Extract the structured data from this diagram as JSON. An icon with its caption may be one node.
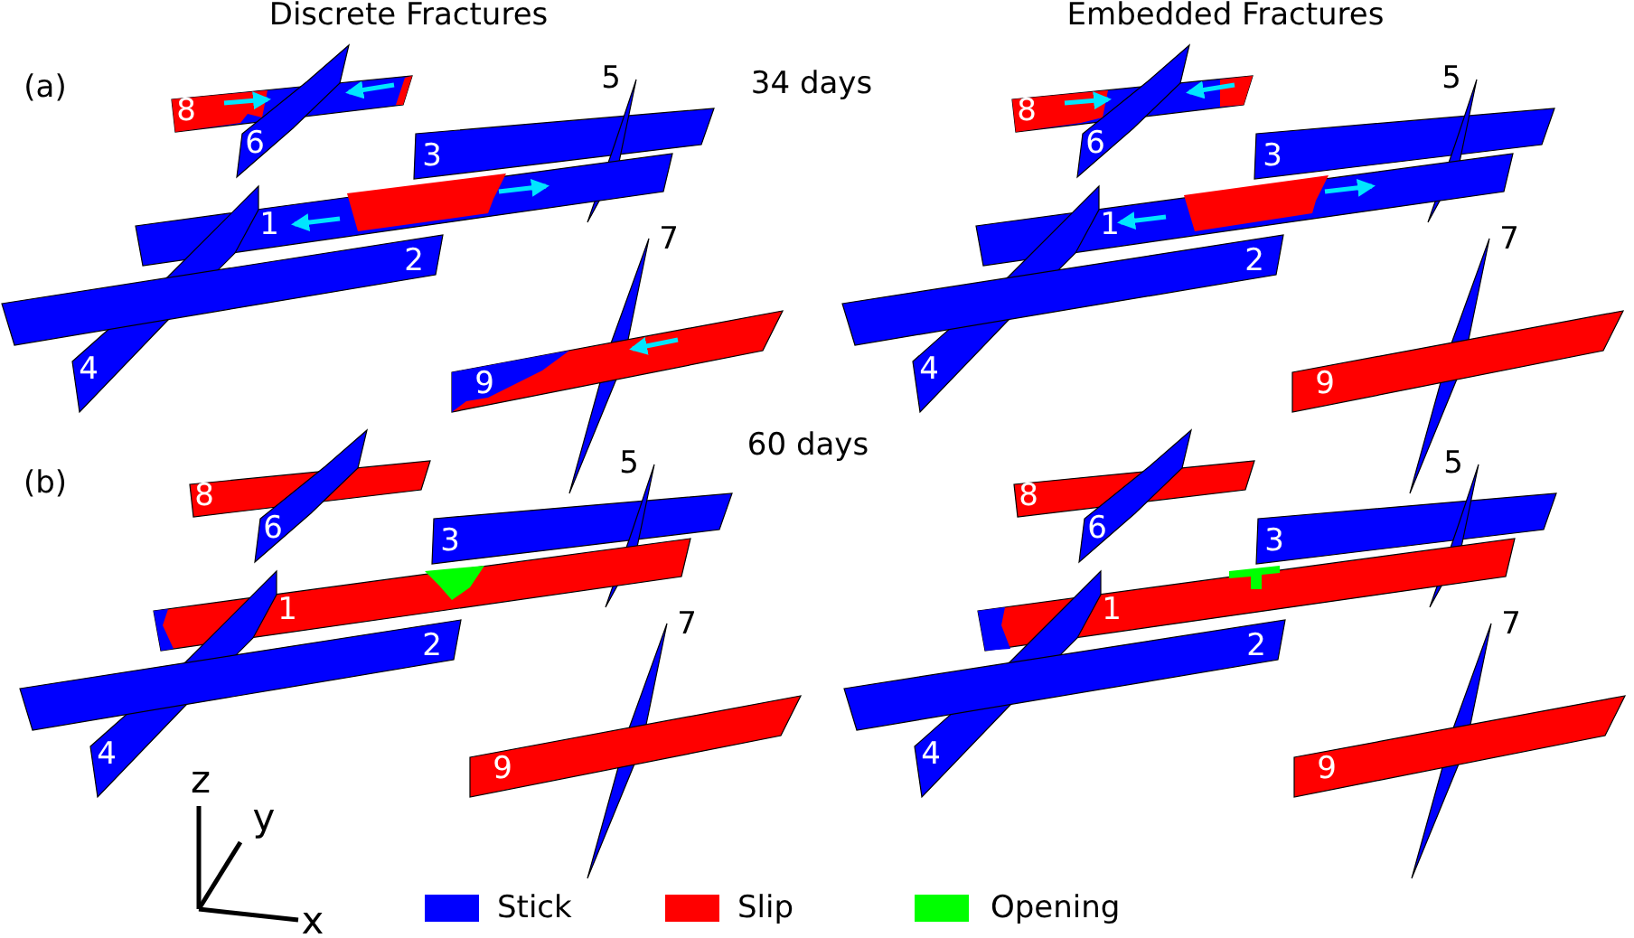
{
  "diagram": {
    "labels": [
      "Discrete Fractures",
      "Embedded Fractures",
      "(a)",
      "34 days",
      "8",
      "6",
      "3",
      "5",
      "1",
      "2",
      "7",
      "9",
      "4",
      "8",
      "6",
      "3",
      "5",
      "1",
      "2",
      "7",
      "9",
      "4",
      "(b)",
      "60 days",
      "8",
      "6",
      "3",
      "5",
      "1",
      "2",
      "7",
      "9",
      "4",
      "8",
      "6",
      "3",
      "5",
      "1",
      "2",
      "7",
      "9",
      "4",
      "z",
      "y",
      "x"
    ],
    "legend": [
      {
        "text": "Stick",
        "color": "#0000ff"
      },
      {
        "text": "Slip",
        "color": "#ff0000"
      },
      {
        "text": "Opening",
        "color": "#00ff00"
      }
    ]
  }
}
